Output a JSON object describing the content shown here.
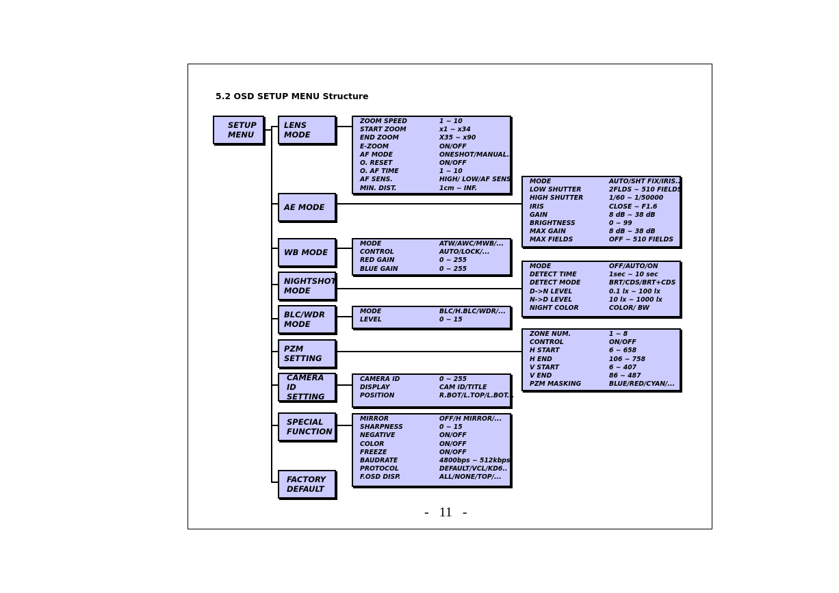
{
  "heading": "5.2 OSD SETUP MENU Structure",
  "root": {
    "line1": "SETUP",
    "line2": "MENU"
  },
  "menus": {
    "lens": {
      "line1": "LENS MODE",
      "line2": ""
    },
    "ae": {
      "line1": "AE MODE",
      "line2": ""
    },
    "wb": {
      "line1": "WB MODE",
      "line2": ""
    },
    "nightshot": {
      "line1": "NIGHTSHOT",
      "line2": "MODE"
    },
    "blc": {
      "line1": "BLC/WDR",
      "line2": "MODE"
    },
    "pzm": {
      "line1": "PZM",
      "line2": "SETTING"
    },
    "camid": {
      "line1": "CAMERA ID",
      "line2": "SETTING"
    },
    "special": {
      "line1": "SPECIAL",
      "line2": "FUNCTION"
    },
    "factory": {
      "line1": "FACTORY",
      "line2": "DEFAULT"
    }
  },
  "details": {
    "lens": [
      {
        "k": "ZOOM SPEED",
        "v": "1 ~ 10"
      },
      {
        "k": "START ZOOM",
        "v": "x1 ~ x34"
      },
      {
        "k": "END ZOOM",
        "v": "X35 ~ x90"
      },
      {
        "k": "E-ZOOM",
        "v": "ON/OFF"
      },
      {
        "k": "AF MODE",
        "v": "ONESHOT/MANUAL.."
      },
      {
        "k": "O. RESET",
        "v": "ON/OFF"
      },
      {
        "k": "O. AF TIME",
        "v": "1 ~ 10"
      },
      {
        "k": "AF SENS.",
        "v": "HIGH/ LOW/AF SENS"
      },
      {
        "k": "MIN. DIST.",
        "v": "1cm ~ INF."
      }
    ],
    "ae": [
      {
        "k": "MODE",
        "v": "AUTO/SHT FIX/IRIS..."
      },
      {
        "k": "LOW SHUTTER",
        "v": "2FLDS ~ 510 FIELDS"
      },
      {
        "k": "HIGH SHUTTER",
        "v": "1/60 ~ 1/50000"
      },
      {
        "k": "IRIS",
        "v": "CLOSE ~ F1.6"
      },
      {
        "k": "GAIN",
        "v": "8 dB ~ 38 dB"
      },
      {
        "k": "BRIGHTNESS",
        "v": "0 ~ 99"
      },
      {
        "k": "MAX GAIN",
        "v": "8 dB ~ 38 dB"
      },
      {
        "k": "MAX FIELDS",
        "v": "OFF ~ 510 FIELDS"
      }
    ],
    "wb": [
      {
        "k": "MODE",
        "v": "ATW/AWC/MWB/..."
      },
      {
        "k": "CONTROL",
        "v": "AUTO/LOCK/..."
      },
      {
        "k": "RED GAIN",
        "v": "0 ~ 255"
      },
      {
        "k": "BLUE GAIN",
        "v": "0 ~ 255"
      }
    ],
    "nightshot": [
      {
        "k": "MODE",
        "v": "OFF/AUTO/ON"
      },
      {
        "k": "DETECT TIME",
        "v": "1sec ~ 10 sec"
      },
      {
        "k": "DETECT MODE",
        "v": "BRT/CDS/BRT+CDS"
      },
      {
        "k": "D->N LEVEL",
        "v": "0.1 lx ~ 100 lx"
      },
      {
        "k": "N->D LEVEL",
        "v": "10 lx ~ 1000 lx"
      },
      {
        "k": "NIGHT COLOR",
        "v": "COLOR/ BW"
      }
    ],
    "blc": [
      {
        "k": "MODE",
        "v": "BLC/H.BLC/WDR/..."
      },
      {
        "k": "LEVEL",
        "v": "0 ~ 15"
      }
    ],
    "pzm": [
      {
        "k": "ZONE NUM.",
        "v": "1 ~ 8"
      },
      {
        "k": "CONTROL",
        "v": "ON/OFF"
      },
      {
        "k": "H START",
        "v": "6 ~ 658"
      },
      {
        "k": "H END",
        "v": "106 ~ 758"
      },
      {
        "k": "V START",
        "v": "6 ~ 407"
      },
      {
        "k": "V END",
        "v": "86 ~ 487"
      },
      {
        "k": "PZM MASKING",
        "v": "BLUE/RED/CYAN/..."
      }
    ],
    "camid": [
      {
        "k": "CAMERA ID",
        "v": "0 ~ 255"
      },
      {
        "k": "DISPLAY",
        "v": "CAM ID/TITLE"
      },
      {
        "k": "POSITION",
        "v": "R.BOT/L.TOP/L.BOT..."
      }
    ],
    "special": [
      {
        "k": "MIRROR",
        "v": "OFF/H MIRROR/..."
      },
      {
        "k": "SHARPNESS",
        "v": "0 ~ 15"
      },
      {
        "k": "NEGATIVE",
        "v": "ON/OFF"
      },
      {
        "k": "COLOR",
        "v": "ON/OFF"
      },
      {
        "k": "FREEZE",
        "v": "ON/OFF"
      },
      {
        "k": "BAUDRATE",
        "v": "4800bps ~ 512kbps"
      },
      {
        "k": "PROTOCOL",
        "v": "DEFAULT/VCL/KD6.."
      },
      {
        "k": "F.OSD DISP.",
        "v": "ALL/NONE/TOP/..."
      }
    ]
  },
  "page_number": "-   11   -",
  "colors": {
    "box_fill": "#ccccff",
    "border": "#000000"
  }
}
